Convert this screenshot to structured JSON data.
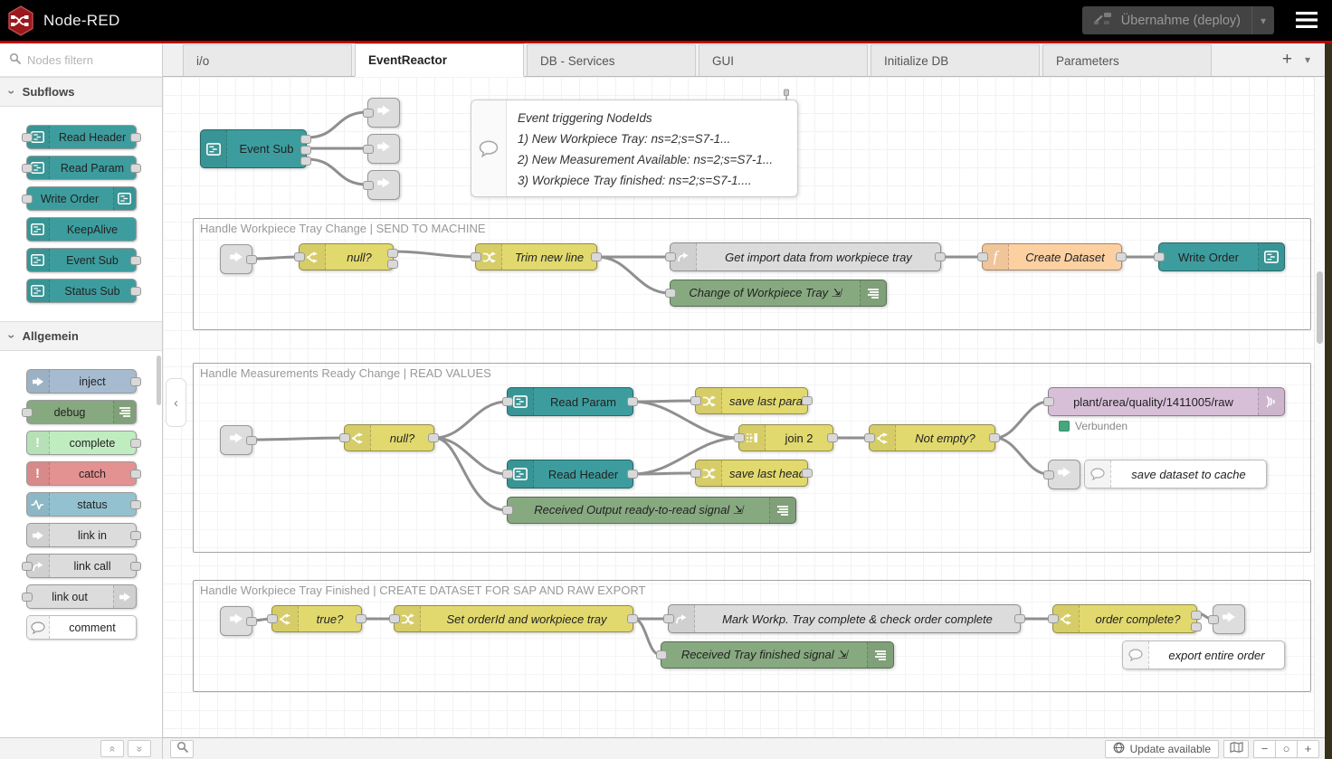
{
  "header": {
    "title": "Node-RED",
    "deploy_label": "Übernahme (deploy)",
    "deploy_caret": "▾"
  },
  "palette": {
    "search_placeholder": "Nodes filtern",
    "categories": [
      {
        "label": "Subflows",
        "items": [
          {
            "label": "Read Header"
          },
          {
            "label": "Read Param"
          },
          {
            "label": "Write Order"
          },
          {
            "label": "KeepAlive"
          },
          {
            "label": "Event Sub"
          },
          {
            "label": "Status Sub"
          }
        ]
      },
      {
        "label": "Allgemein",
        "items": [
          {
            "label": "inject"
          },
          {
            "label": "debug"
          },
          {
            "label": "complete"
          },
          {
            "label": "catch"
          },
          {
            "label": "status"
          },
          {
            "label": "link in"
          },
          {
            "label": "link call"
          },
          {
            "label": "link out"
          },
          {
            "label": "comment"
          }
        ]
      }
    ]
  },
  "tabs": {
    "items": [
      {
        "label": "i/o"
      },
      {
        "label": "EventReactor"
      },
      {
        "label": "DB - Services"
      },
      {
        "label": "GUI"
      },
      {
        "label": "Initialize DB"
      },
      {
        "label": "Parameters"
      }
    ],
    "active": "EventReactor",
    "add_label": "+",
    "menu_caret": "▾"
  },
  "note": {
    "lines": [
      "Event triggering NodeIds",
      "1) New Workpiece Tray: ns=2;s=S7-1...",
      "2) New Measurement Available: ns=2;s=S7-1...",
      "3) Workpiece Tray finished: ns=2;s=S7-1...."
    ]
  },
  "groups": [
    {
      "title": "Handle Workpiece Tray Change | SEND TO MACHINE"
    },
    {
      "title": "Handle Measurements Ready Change | READ VALUES"
    },
    {
      "title": "Handle Workpiece Tray Finished | CREATE DATASET FOR SAP AND RAW EXPORT"
    }
  ],
  "nodes": {
    "event_sub": "Event Sub",
    "g1_null": "null?",
    "trim_new_line": "Trim new line",
    "get_import": "Get import data from workpiece tray",
    "create_dataset": "Create Dataset",
    "write_order": "Write Order",
    "debug_change": "Change of Workpiece Tray ⇲",
    "g2_null": "null?",
    "read_param": "Read Param",
    "read_header": "Read Header",
    "save_last_param": "save last param",
    "save_last_header": "save last header",
    "join": "join 2",
    "not_empty": "Not empty?",
    "mqtt_topic": "plant/area/quality/1411005/raw",
    "mqtt_status": "Verbunden",
    "debug_ready": "Received Output ready-to-read signal ⇲",
    "comment_cache": "save dataset to cache",
    "g3_true": "true?",
    "set_orderid": "Set orderId and workpiece tray",
    "mark_complete": "Mark Workp. Tray complete & check order complete",
    "order_complete": "order complete?",
    "debug_tray": "Received Tray finished signal ⇲",
    "comment_export": "export entire order"
  },
  "footer": {
    "update_label": "Update available"
  },
  "colors": {
    "header_accent": "#cc0000",
    "subflow_teal": "#3d9d9e",
    "function_yellow": "#e2d96e",
    "debug_green": "#87a980",
    "function_orange": "#fdd0a2",
    "mqtt_thistle": "#d8bfd8",
    "link_gray": "#dddddd",
    "inject_blue": "#a6bbcf",
    "complete_green": "#c0edc0",
    "catch_red": "#e49191",
    "status_blue": "#94c1d0",
    "status_connected": "#44a77d"
  },
  "icons": {
    "search": "magnifier",
    "menu": "hamburger",
    "deploy": "node-deploy-glyph",
    "subflow": "flow-box",
    "inject": "block-arrow",
    "debug": "list-lines",
    "exclamation": "!",
    "status": "pulse-line",
    "link": "block-arrow",
    "link_call": "curved-arrow",
    "comment": "speech-bubble",
    "switch": "fork-arrows",
    "change": "crossed-arrows",
    "function_f": "f",
    "join": "merge-bar",
    "mqtt": "broadcast-arcs",
    "pin": "pushpin",
    "map": "folded-map",
    "globe": "globe",
    "zoom_out": "−",
    "zoom_reset": "○",
    "zoom_in": "+",
    "collapse_all": "«",
    "expand_all": "»",
    "category_chevron": "›",
    "palette_toggle": "‹"
  }
}
